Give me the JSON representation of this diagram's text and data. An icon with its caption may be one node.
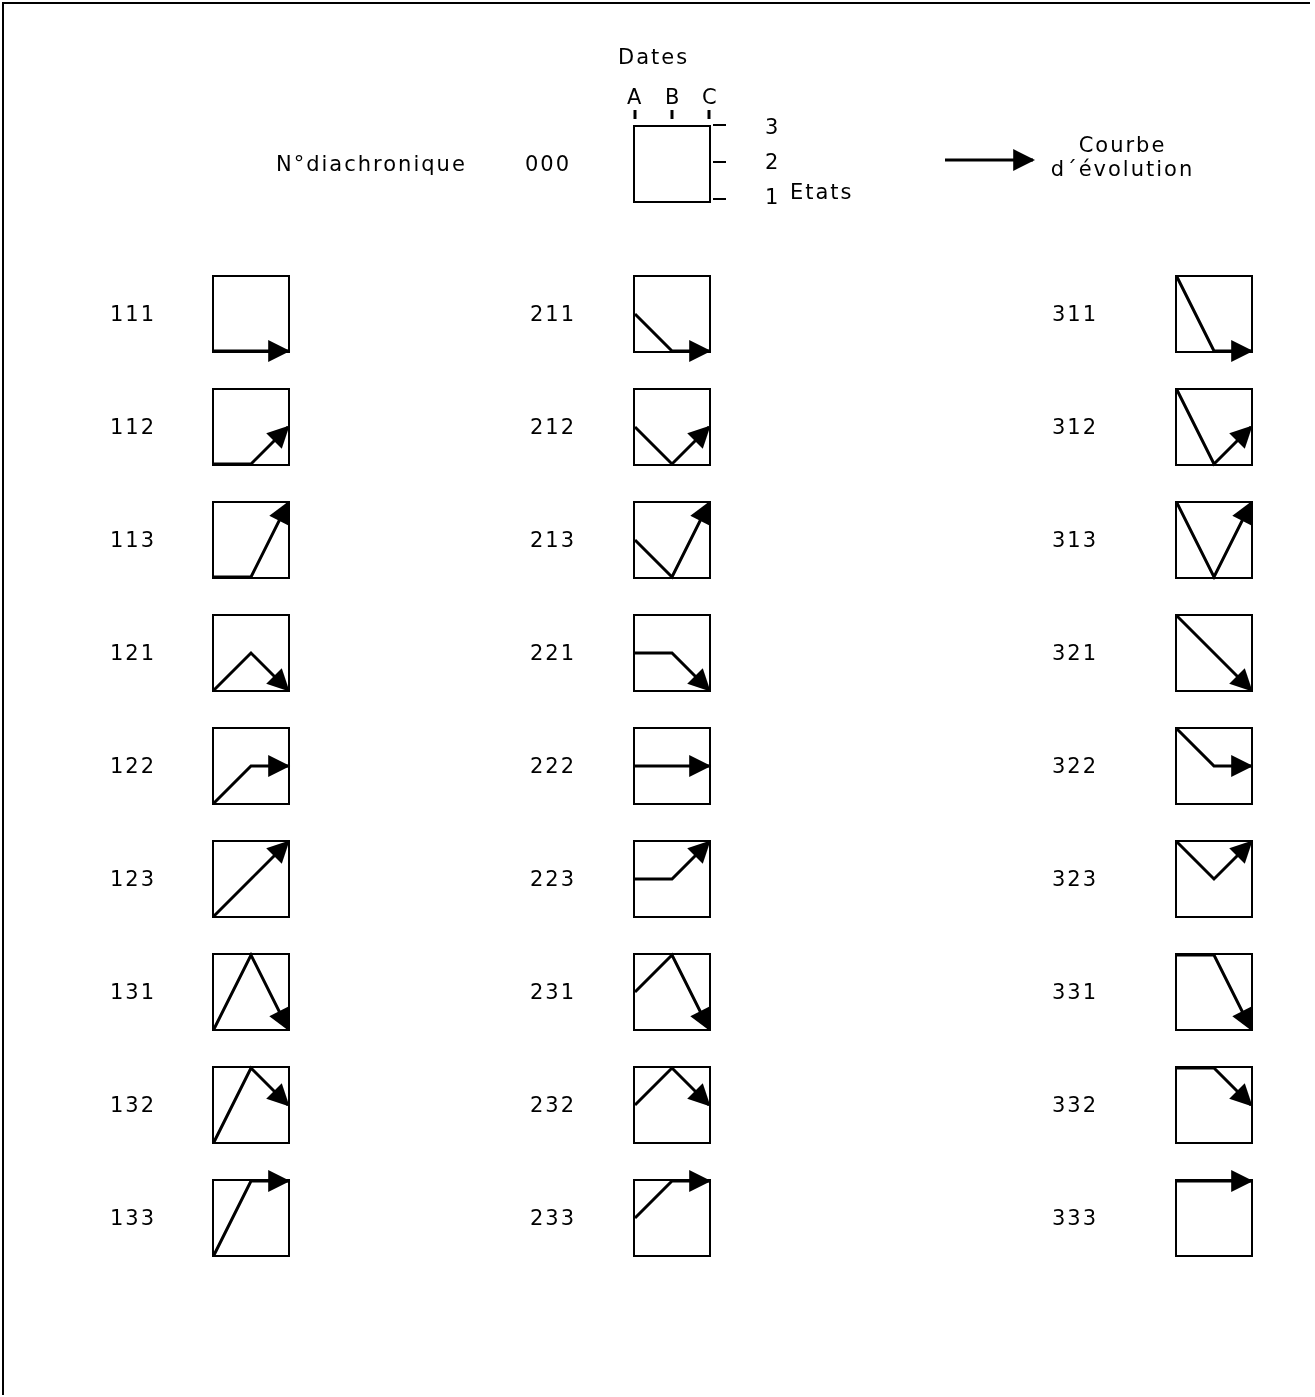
{
  "diagram": {
    "nodes": [
      {
        "text": [],
        "shape": "box",
        "beside": [
          "000"
        ]
      },
      {
        "text": [],
        "shape": "box",
        "beside": [
          "111"
        ]
      },
      {
        "text": [],
        "shape": "box",
        "beside": [
          "211"
        ]
      },
      {
        "text": [],
        "shape": "box",
        "beside": [
          "311"
        ]
      },
      {
        "text": [],
        "shape": "box",
        "beside": [
          "112"
        ]
      },
      {
        "text": [],
        "shape": "box",
        "beside": [
          "212"
        ]
      },
      {
        "text": [],
        "shape": "box",
        "beside": [
          "312"
        ]
      },
      {
        "text": [],
        "shape": "box",
        "beside": [
          "113"
        ]
      },
      {
        "text": [],
        "shape": "box",
        "beside": [
          "213"
        ]
      },
      {
        "text": [],
        "shape": "box",
        "beside": [
          "313"
        ]
      },
      {
        "text": [],
        "shape": "box",
        "beside": [
          "121"
        ]
      },
      {
        "text": [],
        "shape": "box",
        "beside": [
          "221"
        ]
      },
      {
        "text": [],
        "shape": "box",
        "beside": [
          "321"
        ]
      },
      {
        "text": [],
        "shape": "box",
        "beside": [
          "122"
        ]
      },
      {
        "text": [],
        "shape": "box",
        "beside": [
          "222"
        ]
      },
      {
        "text": [],
        "shape": "box",
        "beside": [
          "322"
        ]
      },
      {
        "text": [],
        "shape": "box",
        "beside": [
          "123"
        ]
      },
      {
        "text": [],
        "shape": "box",
        "beside": [
          "223"
        ]
      },
      {
        "text": [],
        "shape": "box",
        "beside": [
          "323"
        ]
      },
      {
        "text": [],
        "shape": "box",
        "beside": [
          "131"
        ]
      },
      {
        "text": [],
        "shape": "box",
        "beside": [
          "231"
        ]
      },
      {
        "text": [],
        "shape": "box",
        "beside": [
          "331"
        ]
      },
      {
        "text": [],
        "shape": "box",
        "beside": [
          "132"
        ]
      },
      {
        "text": [],
        "shape": "box",
        "beside": [
          "232"
        ]
      },
      {
        "text": [],
        "shape": "box",
        "beside": [
          "332"
        ]
      },
      {
        "text": [],
        "shape": "box",
        "beside": [
          "133"
        ]
      },
      {
        "text": [],
        "shape": "box",
        "beside": [
          "233"
        ]
      },
      {
        "text": [],
        "shape": "box",
        "beside": [
          "333"
        ]
      }
    ],
    "labels": [
      "Dates",
      "A",
      "B",
      "C",
      "N°diachronique",
      "3",
      "2",
      "1",
      "Etats"
    ],
    "legend": [
      {
        "text": "Courbe d´évolution"
      }
    ]
  }
}
